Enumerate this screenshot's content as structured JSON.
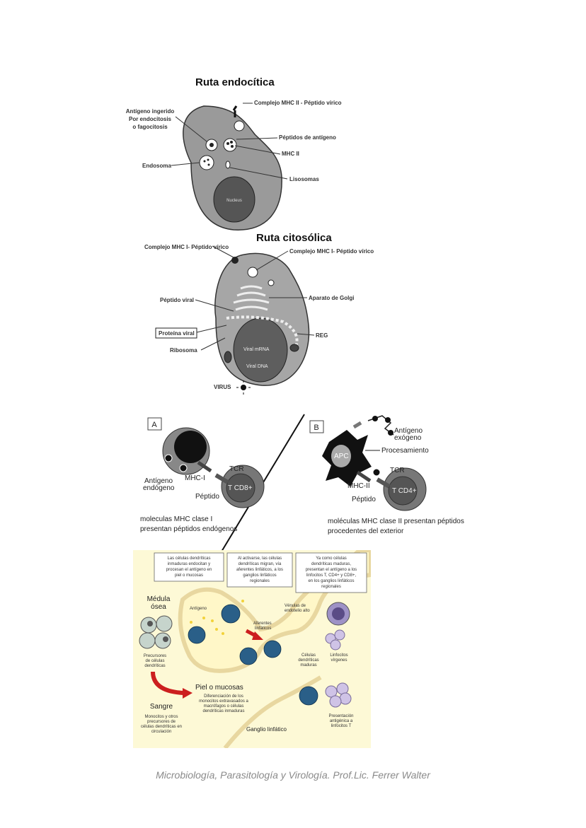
{
  "endocytic": {
    "title": "Ruta endocítica",
    "labels": {
      "antigen_l1": "Antígeno ingerido",
      "antigen_l2": "Por endocitosis",
      "antigen_l3": "o fagocitosis",
      "mhc2_complex": "Complejo MHC II - Péptido vírico",
      "peptides": "Péptidos de antígeno",
      "mhc2": "MHC  II",
      "endosome": "Endosoma",
      "lysosomes": "Lisosomas",
      "nucleus": "Nucleus"
    }
  },
  "cytosolic": {
    "title": "Ruta citosólica",
    "labels": {
      "mhc1_complex_left": "Complejo MHC  I- Péptido vírico",
      "mhc1_complex_right": "Complejo MHC  I- Péptido vírico",
      "viral_peptide": "Péptido viral",
      "golgi": "Aparato  de Golgi",
      "viral_protein": "Proteína viral",
      "reg": "REG",
      "ribosome": "Ribosoma",
      "viral_mrna": "Viral mRNA",
      "viral_dna": "Viral DNA",
      "virus": "VIRUS"
    }
  },
  "panel_a": {
    "letter": "A",
    "antigen_l1": "Antígeno",
    "antigen_l2": "endógeno",
    "mhc": "MHC-I",
    "tcr": "TCR",
    "cell": "T CD8+",
    "peptide": "Péptido",
    "caption_l1": "moleculas MHC clase I",
    "caption_l2": "presentan péptidos endógenos"
  },
  "panel_b": {
    "letter": "B",
    "antigen_l1": "Antígeno",
    "antigen_l2": "exógeno",
    "processing": "Procesamiento",
    "apc": "APC",
    "tcr": "TCR",
    "mhc": "MHC-II",
    "cell": "T CD4+",
    "peptide": "Péptido",
    "caption_l1": "moléculas MHC clase II presentan péptidos",
    "caption_l2": "procedentes del exterior"
  },
  "dendritic": {
    "box1": [
      "Las células dendríticas",
      "inmaduras endocitan y",
      "procesan el antígeno en",
      "piel o mucosas"
    ],
    "box2": [
      "Al activarse, las células",
      "dendríticas migran, vía",
      "aferentes linfáticos, a los",
      "ganglios linfáticos",
      "regionales"
    ],
    "box3": [
      "Ya como células",
      "dendríticas maduras,",
      "presentan el antígeno a los",
      "linfocitos T, CD4+ y CD8+,",
      "en los ganglios linfáticos",
      "regionales"
    ],
    "marrow_l1": "Médula",
    "marrow_l2": "ósea",
    "precursors": [
      "Precursores",
      "de células",
      "dendríticas"
    ],
    "antigen": "Antígeno",
    "afferent_l1": "Aferentes",
    "afferent_l2": "linfáticos",
    "venules_l1": "Vénulas de",
    "venules_l2": "endotelio alto",
    "mature": [
      "Células",
      "dendríticas",
      "maduras"
    ],
    "naive": [
      "Linfocitos",
      "vírgenes"
    ],
    "skin": "Piel o mucosas",
    "differentiation": [
      "Diferenciación de los",
      "monocitos extravasados a",
      "macrófagos o células",
      "dendríticas inmaduras"
    ],
    "blood": "Sangre",
    "monocytes": [
      "Monocitos y otros",
      "precursores de",
      "células dendríticas en",
      "circulación"
    ],
    "presentation": [
      "Presentación",
      "antigénica a",
      "linfocitos T"
    ],
    "lymph_node": "Ganglio linfático"
  },
  "footer": "Microbiología, Parasitología y Virología. Prof.Lic. Ferrer Walter"
}
